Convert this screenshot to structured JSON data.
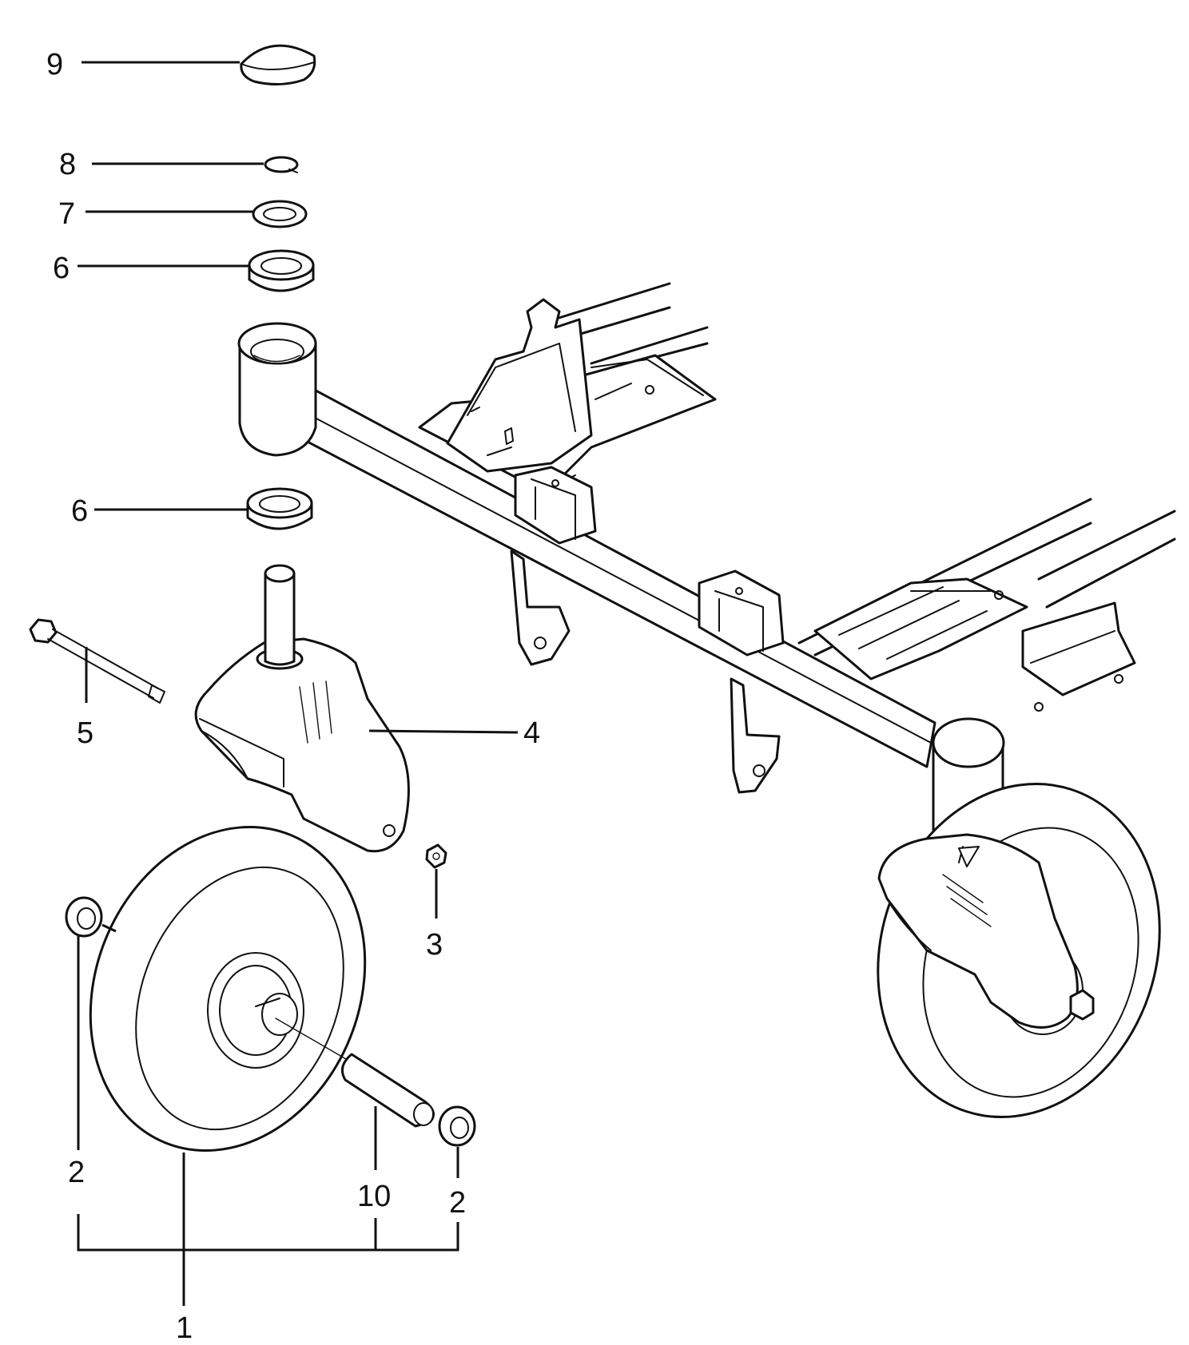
{
  "diagram": {
    "callouts": {
      "c1": "1",
      "c2a": "2",
      "c2b": "2",
      "c3": "3",
      "c4": "4",
      "c5": "5",
      "c6a": "6",
      "c6b": "6",
      "c7": "7",
      "c8": "8",
      "c9": "9",
      "c10": "10"
    }
  }
}
